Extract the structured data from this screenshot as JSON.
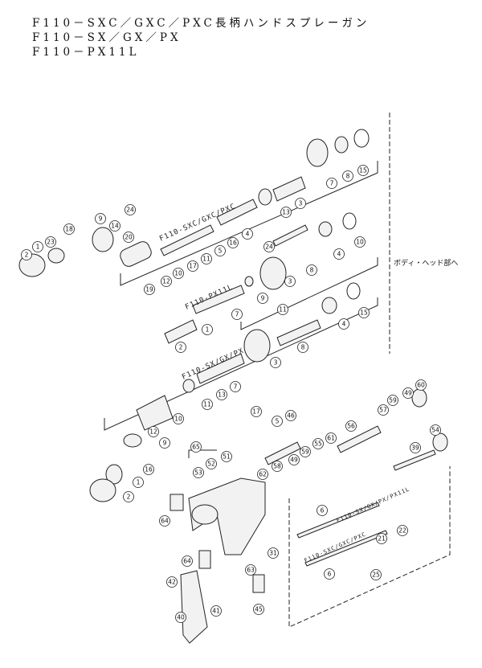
{
  "titles": [
    "F110－SXC／GXC／PXC長柄ハンドスプレーガン",
    "F110－SX／GX／PX",
    "F110－PX11L"
  ],
  "group_labels": {
    "sxc": "F110-SXC/GXC/PXC",
    "px11l": "F110-PX11L",
    "sx": "F110-SX/GX/PX",
    "to_body": "ボディ・ヘッド部へ",
    "needle_sx": "F110-SX/GX/PX/PX11L",
    "needle_sxc": "F110-SXC/GXC/PXC"
  },
  "part_callouts": [
    "24",
    "9",
    "14",
    "20",
    "18",
    "23",
    "1",
    "2",
    "7",
    "8",
    "15",
    "13",
    "3",
    "16",
    "4",
    "5",
    "11",
    "17",
    "10",
    "12",
    "19",
    "24",
    "10",
    "4",
    "8",
    "3",
    "9",
    "11",
    "7",
    "1",
    "2",
    "15",
    "4",
    "8",
    "3",
    "7",
    "13",
    "11",
    "10",
    "17",
    "9",
    "12",
    "16",
    "1",
    "2",
    "5",
    "46",
    "56",
    "57",
    "59",
    "49",
    "60",
    "61",
    "55",
    "59",
    "49",
    "58",
    "62",
    "65",
    "51",
    "52",
    "53",
    "64",
    "64",
    "31",
    "63",
    "45",
    "42",
    "41",
    "40",
    "54",
    "39",
    "6",
    "22",
    "21",
    "6",
    "25"
  ]
}
